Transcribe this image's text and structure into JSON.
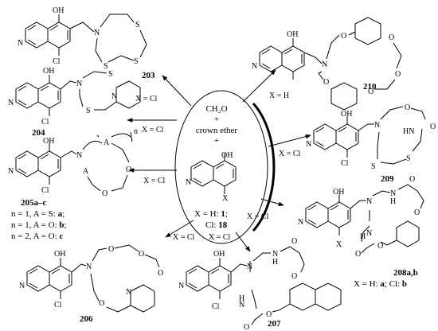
{
  "center": {
    "reagent_lines": [
      "CH₂O",
      "+",
      "crown ether",
      "+"
    ],
    "oh": "OH",
    "n": "N",
    "x": "X",
    "cond1_a": "X = H: ",
    "cond1_b": "1",
    "cond2_a": "Cl: ",
    "cond2_b": "18"
  },
  "arrows": {
    "to_203": "X = Cl",
    "to_210": "X = H",
    "to_204": "X = Cl",
    "to_209": "X = Cl",
    "to_205": "X = Cl",
    "to_208": "X = Cl",
    "to_206": "X = Cl",
    "to_207": "X = Cl"
  },
  "compounds": {
    "c203": "203",
    "c210": "210",
    "c204": "204",
    "c209": "209",
    "c205": "205a–c",
    "c205_n1": "n = 1, A = S: ",
    "c205_n1b": "a",
    "c205_n2": "n = 1, A = O: ",
    "c205_n2b": "b",
    "c205_n3": "n = 2, A = O: ",
    "c205_n3b": "c",
    "c206": "206",
    "c207": "207",
    "c208": "208a,b",
    "c208_x_a": "X = H: ",
    "c208_x_b": "a",
    "c208_x_c": "; Cl: ",
    "c208_x_d": "b"
  },
  "atoms": {
    "oh": "OH",
    "n": "N",
    "cl": "Cl",
    "s": "S",
    "o": "O",
    "x": "X",
    "a": "A",
    "nh": "N",
    "h": "H",
    "hn": "HN",
    "n_sub": "n"
  }
}
